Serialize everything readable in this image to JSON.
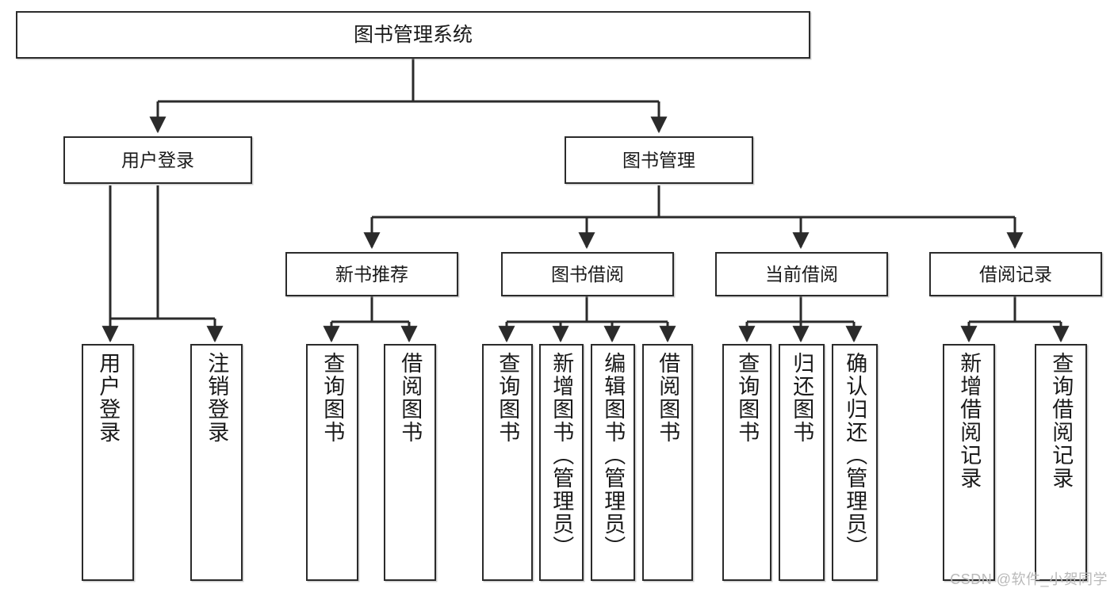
{
  "diagram": {
    "title": "图书管理系统",
    "watermark": "CSDN @软件_小贺同学",
    "line_color": "#2b2b2b",
    "box_fill": "#ffffff",
    "text_color": "#1a1a1a",
    "watermark_color": "#b9b9b9"
  },
  "nodes": {
    "root": {
      "label": "图书管理系统"
    },
    "level2": [
      {
        "id": "user-login",
        "label": "用户登录"
      },
      {
        "id": "book-management",
        "label": "图书管理"
      }
    ],
    "level3": [
      {
        "id": "new-book-recommend",
        "label": "新书推荐"
      },
      {
        "id": "book-borrow",
        "label": "图书借阅"
      },
      {
        "id": "current-borrow",
        "label": "当前借阅"
      },
      {
        "id": "borrow-record",
        "label": "借阅记录"
      }
    ],
    "leaves": {
      "user_login": [
        {
          "id": "leaf-user-login",
          "label": "用户登录"
        },
        {
          "id": "leaf-logout-login",
          "label": "注销登录"
        }
      ],
      "new_book_recommend": [
        {
          "id": "leaf-query-book-1",
          "label": "查询图书"
        },
        {
          "id": "leaf-borrow-book-1",
          "label": "借阅图书"
        }
      ],
      "book_borrow": [
        {
          "id": "leaf-query-book-2",
          "label": "查询图书"
        },
        {
          "id": "leaf-add-book",
          "label": "新增图书（管理员）"
        },
        {
          "id": "leaf-edit-book",
          "label": "编辑图书（管理员）"
        },
        {
          "id": "leaf-borrow-book-2",
          "label": "借阅图书"
        }
      ],
      "current_borrow": [
        {
          "id": "leaf-query-book-3",
          "label": "查询图书"
        },
        {
          "id": "leaf-return-book",
          "label": "归还图书"
        },
        {
          "id": "leaf-confirm-return",
          "label": "确认归还（管理员）"
        }
      ],
      "borrow_record": [
        {
          "id": "leaf-add-record",
          "label": "新增借阅记录"
        },
        {
          "id": "leaf-query-record",
          "label": "查询借阅记录"
        }
      ]
    }
  }
}
